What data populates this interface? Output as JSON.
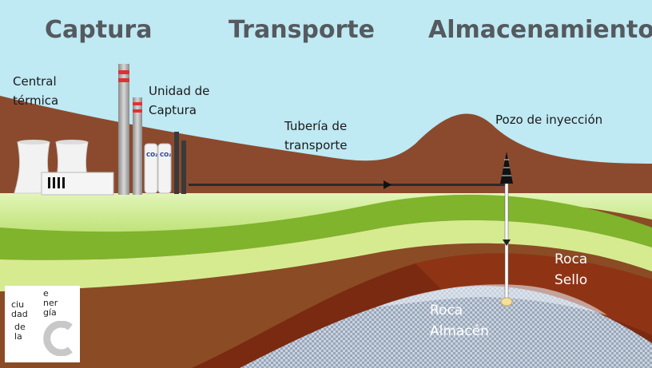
{
  "headings": {
    "capture": "Captura",
    "transport": "Transporte",
    "storage": "Almacenamiento"
  },
  "labels": {
    "power_plant": "Central\ntérmica",
    "capture_unit": "Unidad de\nCaptura",
    "pipeline": "Tubería de\ntransporte",
    "injection_well": "Pozo de inyección",
    "seal_rock": "Roca\nSello",
    "storage_rock": "Roca\nAlmacén"
  },
  "tank_label": "CO₂",
  "logo": {
    "line_ciudad": "ciu\ndad",
    "line_de_la": "de\nla",
    "line_energia": "e\nner\ngía"
  },
  "colors": {
    "sky": "#bfe9f3",
    "brown_ground": "#8b4a2e",
    "green_layer": "#9ccc3a",
    "seal_rock": "#7a2a10",
    "storage_rock": "#b8c4d4"
  }
}
